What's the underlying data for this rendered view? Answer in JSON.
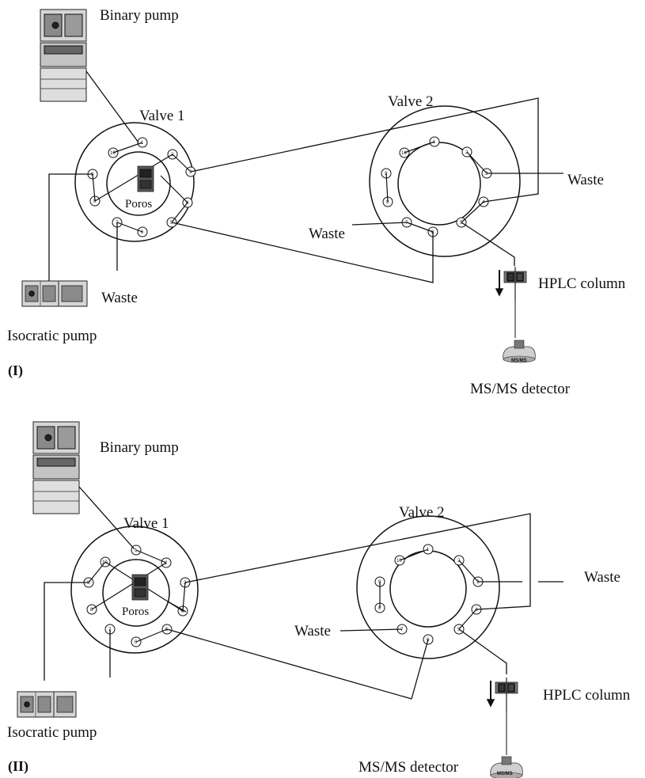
{
  "panels": [
    {
      "id": "(I)",
      "labels": {
        "binary_pump": "Binary pump",
        "valve1": "Valve 1",
        "valve2": "Valve 2",
        "poros": "Poros",
        "waste_left": "Waste",
        "waste_right": "Waste",
        "waste_mid": "Waste",
        "isocratic_pump": "Isocratic pump",
        "hplc_column": "HPLC column",
        "msms_detector": "MS/MS detector",
        "msms_badge": "MS/MS"
      }
    },
    {
      "id": "(II)",
      "labels": {
        "binary_pump": "Binary pump",
        "valve1": "Valve 1",
        "valve2": "Valve 2",
        "poros": "Poros",
        "waste_right": "Waste",
        "waste_mid": "Waste",
        "isocratic_pump": "Isocratic pump",
        "hplc_column": "HPLC column",
        "msms_detector": "MS/MS detector",
        "msms_badge": "MS/MS"
      }
    }
  ],
  "valve_port_numbers": [
    "1",
    "2",
    "3",
    "4",
    "5",
    "6",
    "7",
    "8",
    "9",
    "10"
  ],
  "colors": {
    "line": "#111111",
    "background": "#ffffff",
    "device": "#c8c8c8"
  }
}
